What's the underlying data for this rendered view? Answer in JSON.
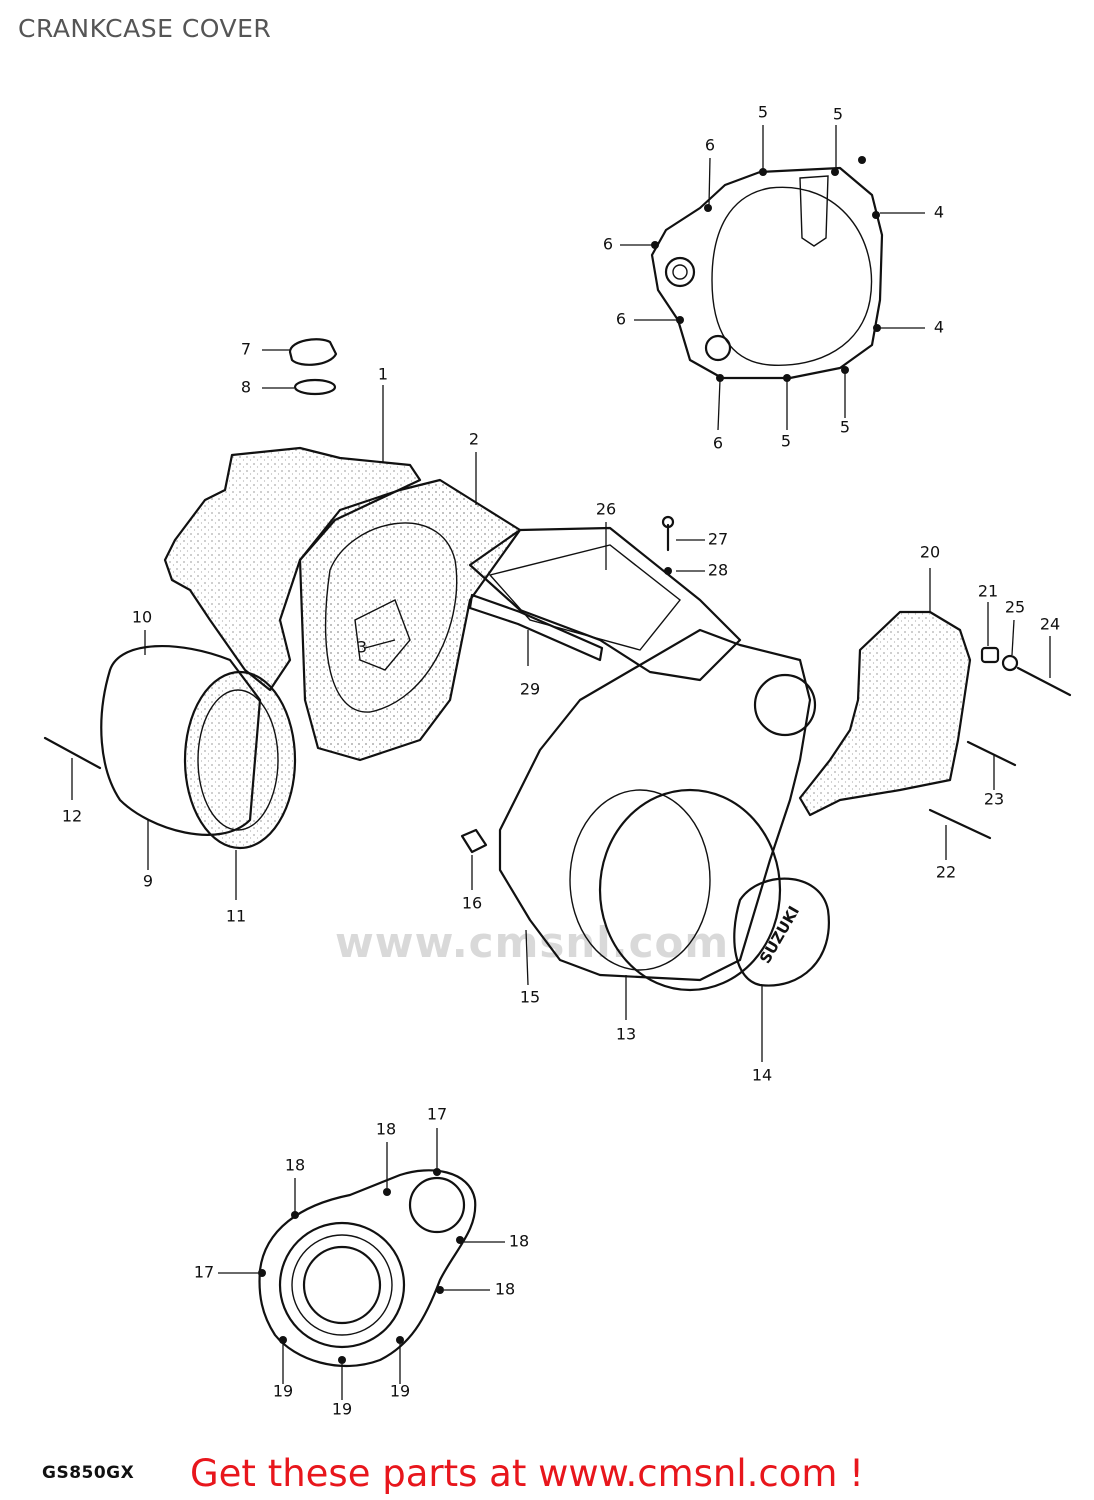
{
  "page_title": "CRANKCASE COVER",
  "model_code": "GS850GX",
  "footer_link": "Get these parts at www.cmsnl.com !",
  "watermark": "www.cmsnl.com",
  "cover_logo": "SUZUKI",
  "colors": {
    "link": "#e8161c",
    "line": "#111111",
    "title": "#555555"
  },
  "part_labels": {
    "p1": "1",
    "p2": "2",
    "p3": "3",
    "p4a": "4",
    "p4b": "4",
    "p5a": "5",
    "p5b": "5",
    "p5c": "5",
    "p5d": "5",
    "p6a": "6",
    "p6b": "6",
    "p6c": "6",
    "p6d": "6",
    "p7": "7",
    "p8": "8",
    "p9": "9",
    "p10": "10",
    "p11": "11",
    "p12": "12",
    "p13": "13",
    "p14": "14",
    "p15": "15",
    "p16": "16",
    "p17a": "17",
    "p17b": "17",
    "p18a": "18",
    "p18b": "18",
    "p18c": "18",
    "p18d": "18",
    "p19a": "19",
    "p19b": "19",
    "p19c": "19",
    "p20": "20",
    "p21": "21",
    "p22": "22",
    "p23": "23",
    "p24": "24",
    "p25": "25",
    "p26": "26",
    "p27": "27",
    "p28": "28",
    "p29": "29"
  }
}
